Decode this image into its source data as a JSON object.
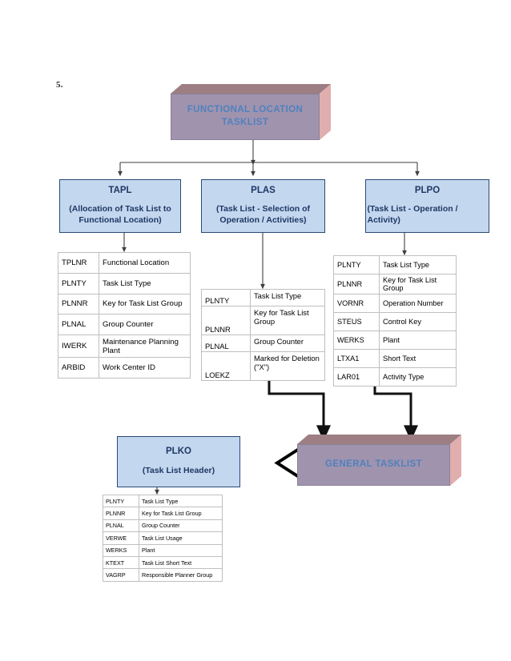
{
  "document": {
    "step_number": "5.",
    "background_color": "#ffffff"
  },
  "colors": {
    "cube_front": "#a093ae",
    "cube_top": "#9d7f83",
    "cube_side": "#e0aeae",
    "cube_label_text": "#4f81bd",
    "box_fill": "#c3d7ef",
    "box_border": "#2b4a74",
    "box_text": "#1f3864",
    "table_border": "#bfbfbf",
    "connector": "#3f3f3f",
    "block_arrow_stroke": "#000000"
  },
  "root_node": {
    "name": "functional-location-tasklist",
    "label_line1": "FUNCTIONAL LOCATION",
    "label_line2": "TASKLIST"
  },
  "general_node": {
    "name": "general-tasklist",
    "label": "GENERAL TASKLIST"
  },
  "entities": [
    {
      "code": "TAPL",
      "description": "(Allocation of Task List to Functional Location)",
      "fields": [
        {
          "key": "TPLNR",
          "value": "Functional Location"
        },
        {
          "key": "PLNTY",
          "value": "Task List Type"
        },
        {
          "key": "PLNNR",
          "value": "Key for Task List Group"
        },
        {
          "key": "PLNAL",
          "value": "Group Counter"
        },
        {
          "key": "IWERK",
          "value": "Maintenance Planning Plant"
        },
        {
          "key": "ARBID",
          "value": "Work Center ID"
        }
      ]
    },
    {
      "code": "PLAS",
      "description": "(Task List - Selection of Operation / Activities)",
      "fields": [
        {
          "key": "PLNTY",
          "value": "Task List Type"
        },
        {
          "key": "PLNNR",
          "value": "Key for Task List Group"
        },
        {
          "key": "PLNAL",
          "value": "Group Counter"
        },
        {
          "key": "LOEKZ",
          "value": "Marked for Deletion (\"X\")"
        }
      ]
    },
    {
      "code": "PLPO",
      "description": "(Task List - Operation / Activity)",
      "fields": [
        {
          "key": "PLNTY",
          "value": "Task List Type"
        },
        {
          "key": "PLNNR",
          "value": "Key for Task List Group"
        },
        {
          "key": "VORNR",
          "value": "Operation Number"
        },
        {
          "key": "STEUS",
          "value": "Control Key"
        },
        {
          "key": "WERKS",
          "value": "Plant"
        },
        {
          "key": "LTXA1",
          "value": "Short Text"
        },
        {
          "key": "LAR01",
          "value": "Activity Type"
        }
      ]
    }
  ],
  "header_entity": {
    "code": "PLKO",
    "description": "(Task List Header)",
    "fields": [
      {
        "key": "PLNTY",
        "value": "Task List Type"
      },
      {
        "key": "PLNNR",
        "value": "Key for Task List Group"
      },
      {
        "key": "PLNAL",
        "value": "Group Counter"
      },
      {
        "key": "VERWE",
        "value": "Task List Usage"
      },
      {
        "key": "WERKS",
        "value": "Plant"
      },
      {
        "key": "KTEXT",
        "value": "Task List Short Text"
      },
      {
        "key": "VAGRP",
        "value": "Responsible Planner Group"
      }
    ]
  }
}
